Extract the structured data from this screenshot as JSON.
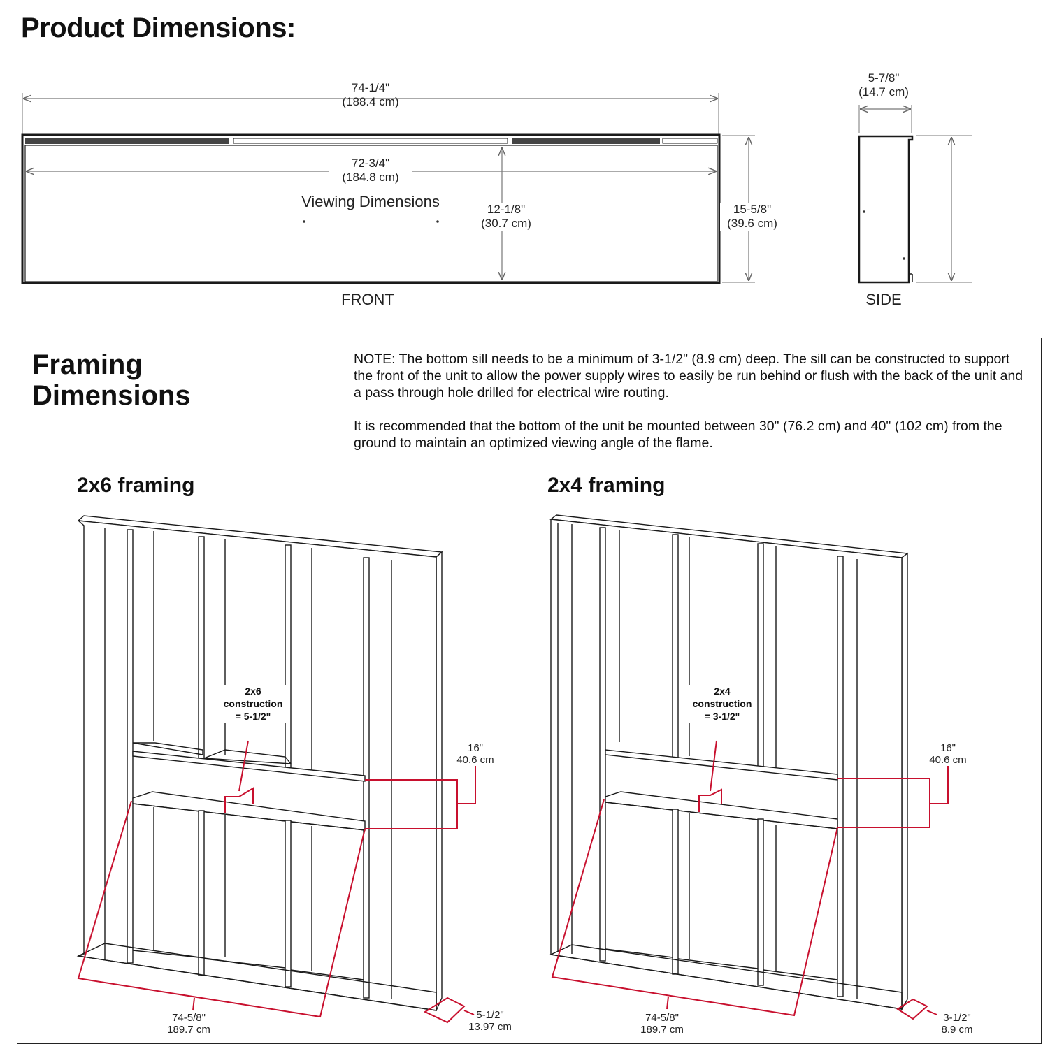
{
  "header": {
    "title": "Product Dimensions:"
  },
  "front": {
    "overall_width": "74-1/4\"",
    "overall_width_cm": "(188.4 cm)",
    "viewing_width": "72-3/4\"",
    "viewing_width_cm": "(184.8 cm)",
    "viewing_label": "Viewing Dimensions",
    "viewing_height": "12-1/8\"",
    "viewing_height_cm": "(30.7 cm)",
    "overall_height": "15-5/8\"",
    "overall_height_cm": "(39.6 cm)",
    "label": "FRONT"
  },
  "side": {
    "depth": "5-7/8\"",
    "depth_cm": "(14.7 cm)",
    "label": "SIDE"
  },
  "framing": {
    "title_line1": "Framing",
    "title_line2": "Dimensions",
    "note_1": "NOTE:  The bottom sill needs to be a minimum of 3-1/2\" (8.9 cm) deep. The sill can be constructed to support the front of the unit to allow the power supply wires to easily be run behind or flush with the back of the unit and a pass through hole drilled for electrical wire routing.",
    "note_2": "It is recommended that the bottom of the unit be mounted between 30\" (76.2 cm) and 40\" (102 cm) from the ground to maintain an optimized viewing angle of the flame.",
    "left": {
      "title": "2x6 framing",
      "callout_1": "2x6",
      "callout_2": "construction",
      "callout_3": "= 5-1/2\"",
      "height_in": "16\"",
      "height_cm": "40.6 cm",
      "width_in": "74-5/8\"",
      "width_cm": "189.7 cm",
      "depth_in": "5-1/2\"",
      "depth_cm": "13.97 cm"
    },
    "right": {
      "title": "2x4 framing",
      "callout_1": "2x4",
      "callout_2": "construction",
      "callout_3": "= 3-1/2\"",
      "height_in": "16\"",
      "height_cm": "40.6 cm",
      "width_in": "74-5/8\"",
      "width_cm": "189.7 cm",
      "depth_in": "3-1/2\"",
      "depth_cm": "8.9 cm"
    }
  },
  "colors": {
    "line": "#1a1a1a",
    "accent": "#c8102e",
    "frame_face": "#ffffff"
  }
}
